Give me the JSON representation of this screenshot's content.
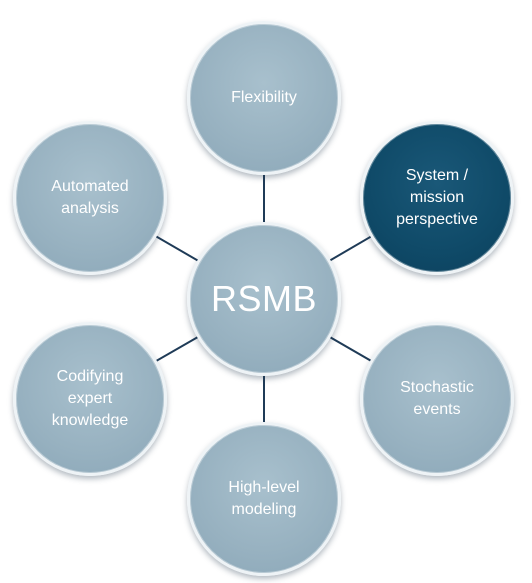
{
  "diagram": {
    "center": {
      "label": "RSMB"
    },
    "nodes": [
      {
        "id": "flexibility",
        "label": "Flexibility",
        "style": "light"
      },
      {
        "id": "system-mission",
        "label": "System /\nmission\nperspective",
        "style": "dark"
      },
      {
        "id": "stochastic",
        "label": "Stochastic\nevents",
        "style": "light"
      },
      {
        "id": "high-level",
        "label": "High-level\nmodeling",
        "style": "light"
      },
      {
        "id": "codifying",
        "label": "Codifying\nexpert\nknowledge",
        "style": "light"
      },
      {
        "id": "automated",
        "label": "Automated\nanalysis",
        "style": "light"
      }
    ],
    "colors": {
      "light_node": "#97b1c0",
      "highlight_node": "#0f4a68",
      "connector": "#1f3b57",
      "text": "#ffffff"
    }
  }
}
